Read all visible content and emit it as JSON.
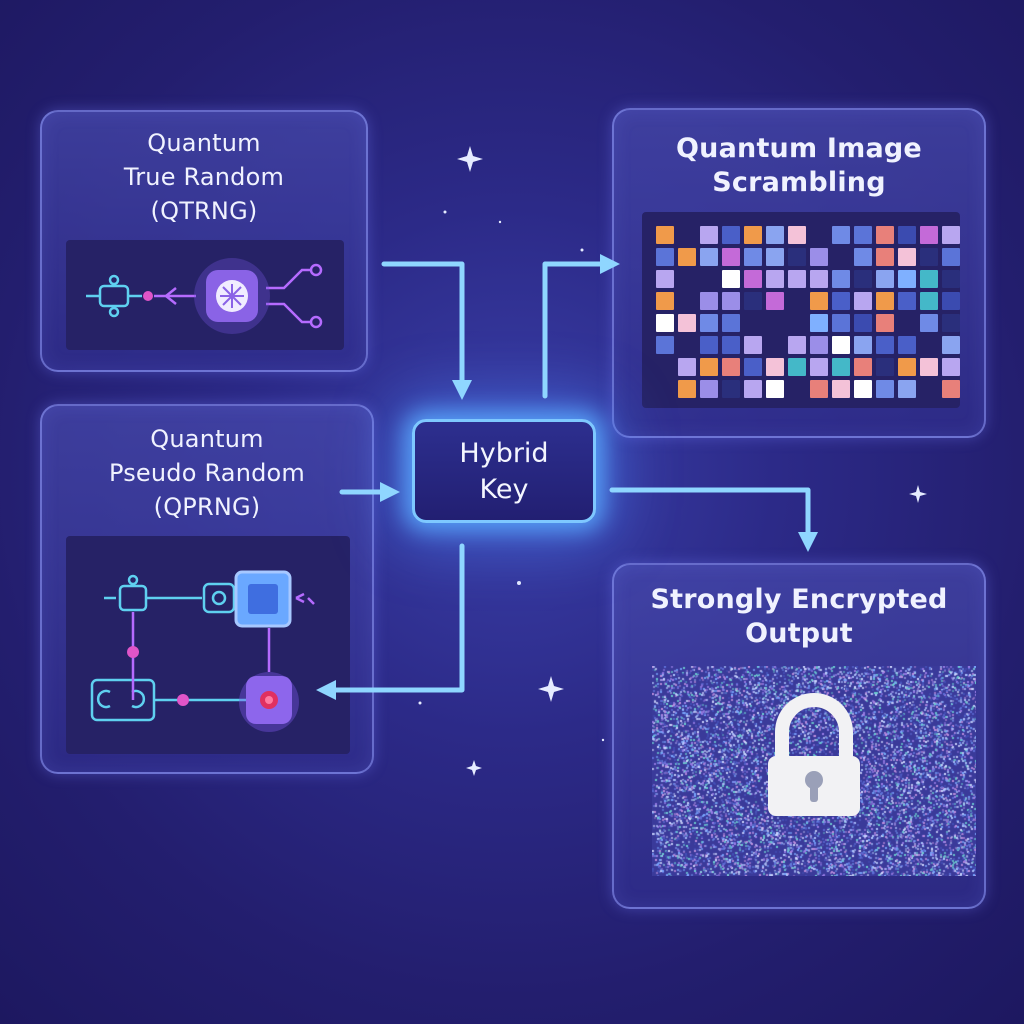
{
  "panels": {
    "qtrng": {
      "title": "Quantum\nTrue Random\n(QTRNG)"
    },
    "qprng": {
      "title": "Quantum\nPseudo Random\n(QPRNG)"
    },
    "scramble": {
      "title": "Quantum Image\nScrambling"
    },
    "output": {
      "title": "Strongly Encrypted\nOutput"
    }
  },
  "hybrid": {
    "label": "Hybrid\nKey"
  },
  "colors": {
    "arrow": "#8fd6ff",
    "glow": "#5aa8ff",
    "panel_border": "#9aa0ff",
    "background": "#2c2a88"
  },
  "icons": [
    "circuit-icon",
    "quantum-chip-icon",
    "pixel-grid-icon",
    "lock-icon",
    "sparkle-icon"
  ]
}
